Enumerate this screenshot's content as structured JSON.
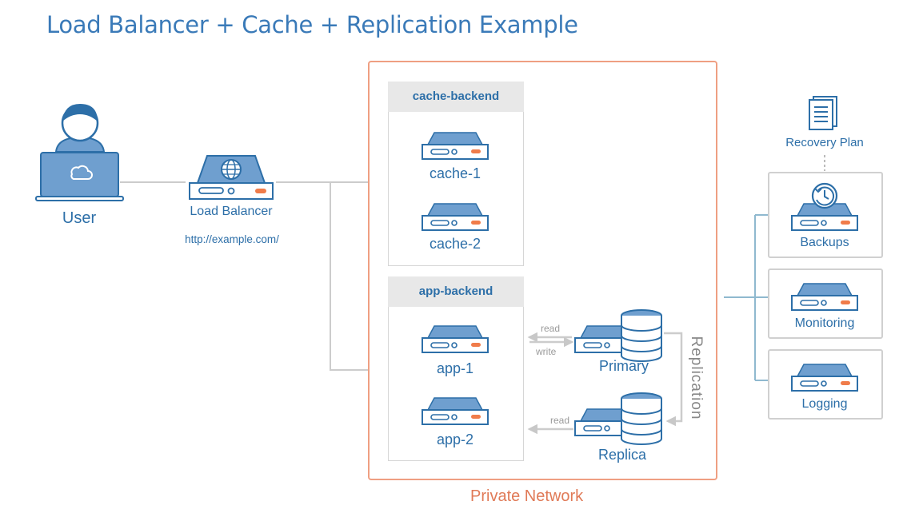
{
  "title": "Load Balancer + Cache + Replication Example",
  "colors": {
    "accent_blue": "#3a7ab8",
    "private_network_orange": "#e07a57",
    "line_gray": "#cccccc"
  },
  "nodes": {
    "user": {
      "label": "User",
      "icon": "laptop-user-icon"
    },
    "load_balancer": {
      "label": "Load Balancer",
      "url": "http://example.com/",
      "icon": "globe-server-icon"
    },
    "cache_1": {
      "label": "cache-1",
      "icon": "server-icon"
    },
    "cache_2": {
      "label": "cache-2",
      "icon": "server-icon"
    },
    "app_1": {
      "label": "app-1",
      "icon": "server-icon"
    },
    "app_2": {
      "label": "app-2",
      "icon": "server-icon"
    },
    "primary": {
      "label": "Primary",
      "icon": "database-server-icon"
    },
    "replica": {
      "label": "Replica",
      "icon": "database-server-icon"
    },
    "recovery_plan": {
      "label": "Recovery Plan",
      "icon": "document-icon"
    },
    "backups": {
      "label": "Backups",
      "icon": "backup-server-icon"
    },
    "monitoring": {
      "label": "Monitoring",
      "icon": "server-icon"
    },
    "logging": {
      "label": "Logging",
      "icon": "server-icon"
    }
  },
  "groups": {
    "cache_backend": "cache-backend",
    "app_backend": "app-backend",
    "private_network": "Private Network"
  },
  "edges": {
    "app1_primary_read": "read",
    "app1_primary_write": "write",
    "replica_app2_read": "read",
    "replication": "Replication"
  }
}
